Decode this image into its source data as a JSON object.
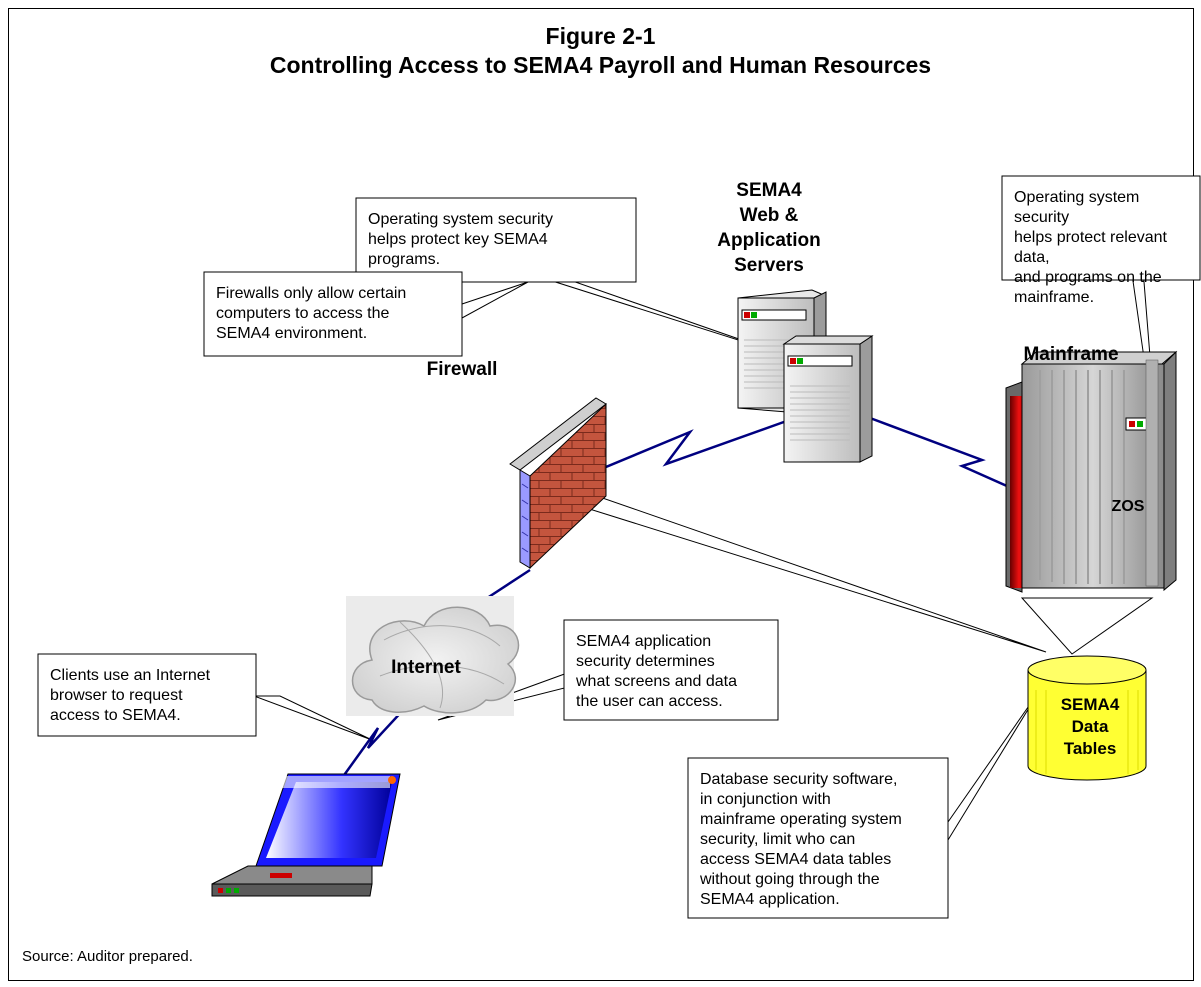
{
  "figure": {
    "number": "Figure 2-1",
    "title": "Controlling Access to SEMA4 Payroll and Human Resources"
  },
  "labels": {
    "servers": "SEMA4\nWeb &\nApplication\nServers",
    "mainframe": "Mainframe",
    "firewall": "Firewall",
    "internet": "Internet",
    "zos": "ZOS",
    "data_tables": "SEMA4\nData\nTables"
  },
  "callouts": {
    "os_security_servers": "Operating system security\nhelps protect key SEMA4\nprograms.",
    "os_security_mainframe": "Operating system security\nhelps protect relevant data,\nand programs on the\nmainframe.",
    "firewall": "Firewalls only allow certain\ncomputers to access the\nSEMA4 environment.",
    "app_security": "SEMA4 application\nsecurity determines\nwhat screens and data\nthe user can access.",
    "clients": "Clients use an Internet\nbrowser to request\naccess to SEMA4.",
    "database": "Database security software,\nin conjunction with\nmainframe operating system\nsecurity, limit who can\naccess SEMA4 data tables\nwithout going through the\nSEMA4 application."
  },
  "source": "Source:  Auditor prepared.",
  "colors": {
    "link": "#000080",
    "brick": "#c0503c",
    "cylinder": "#ffff33",
    "mainframe_red": "#cc0000",
    "laptop_blue": "#1a1aff"
  }
}
